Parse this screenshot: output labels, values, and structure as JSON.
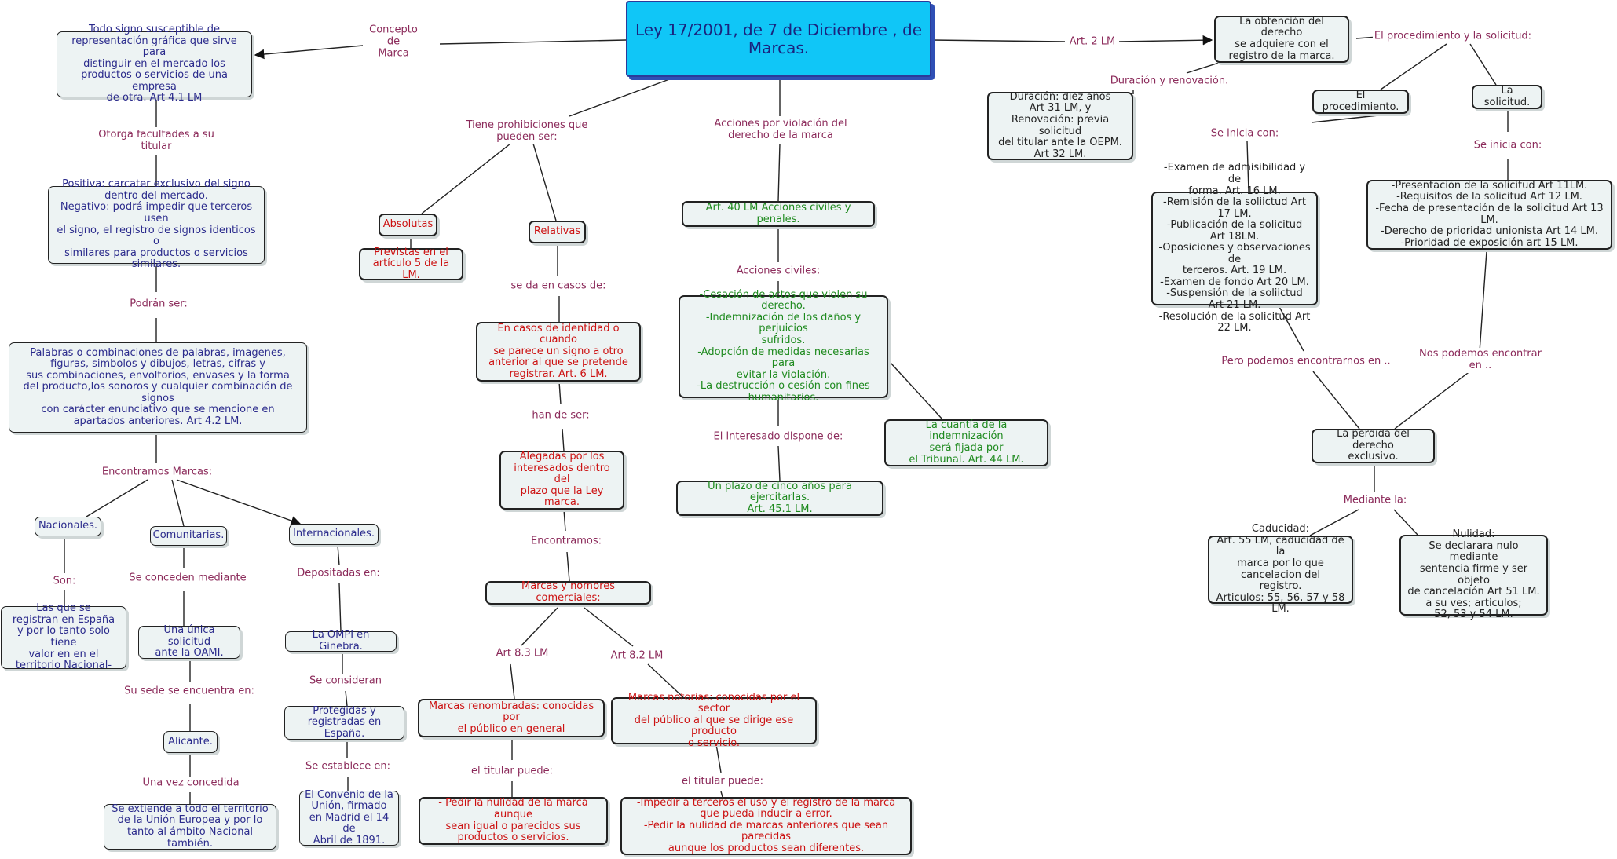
{
  "nodes": {
    "title": "Ley  17/2001, de 7 de Diciembre , de Marcas.",
    "def": "Todo signo susceptible de\nrepresentación gráfica que sirve para\ndistinguir en el mercado los\nproductos o servicios de una empresa\nde otra. Art 4.1 LM",
    "facultades": "Positiva: carcater exclusivo del signo\ndentro del mercado.\nNegativo: podrá impedir que terceros usen\nel signo, el registro de signos identicos o\nsimilares para productos o servicios\nsimilares.",
    "palabras": "Palabras o combinaciones de palabras, imagenes,\nfiguras, simbolos y dibujos, letras, cifras y\nsus combinaciones, envoltorios, envases y la forma\ndel producto,los sonoros y cualquier combinación de signos\ncon carácter enunciativo que se mencione en\napartados anteriores. Art 4.2 LM.",
    "nacionales": "Nacionales.",
    "comunitarias": "Comunitarias.",
    "internacionales": "Internacionales.",
    "nac_desc": "Las que se\nregistran en España\ny por lo tanto solo tiene\nvalor en en el\nterritorio Nacional-",
    "oami": "Una única solicitud\nante la OAMI.",
    "alicante": "Alicante.",
    "ue": "Se extiende a todo el territorio\nde la Unión Europea y por lo\ntanto al ámbito Nacional también.",
    "ompi": "La OMPI en Ginebra.",
    "protegidas": "Protegidas y\nregistradas en España.",
    "convenio": "El Convenio de la\nUnión, firmado\nen Madrid el 14 de\nAbril de 1891.",
    "absolutas": "Absolutas",
    "prev5": "Previstas en el\nartículo 5 de la LM.",
    "relativas": "Relativas",
    "identidad": "En casos de identidad o cuando\nse parece un signo a otro\nanterior al que se pretende\nregistrar. Art. 6 LM.",
    "alegadas": "Alegadas por los\ninteresados dentro del\nplazo que la Ley\nmarca.",
    "marcas_nombres": "Marcas y nombres comerciales:",
    "renombradas": "Marcas renombradas: conocidas por\nel público en general",
    "notorias": "Marcas notorias: conocidas por el sector\ndel público al que se dirige ese producto\no servicio.",
    "pedir_nulidad": "- Pedir la nulidad de la marca aunque\nsean igual o parecidos sus\nproductos o servicios.",
    "impedir": "-Impedir a terceros el uso y el registro de la marca\nque pueda inducir a error.\n-Pedir la nulidad de marcas anteriores que sean parecidas\naunque los productos sean diferentes.",
    "art40": "Art. 40 LM Acciones civiles y penales.",
    "cesacion": "-Cesación de actos que violen su\nderecho.\n-Indemnización de los daños y perjuicios\nsufridos.\n-Adopción de medidas necesarias para\nevitar la violación.\n-La destrucción o cesión con fines\nhumanitarios.",
    "cuantia": "La cuantía de la indemnización\nserá fijada por\nel Tribunal. Art. 44 LM.",
    "plazo5": "Un plazo de cinco años para ejercitarlas.\nArt. 45.1 LM.",
    "obtencion": "La obtención  del derecho\nse adquiere con el\nregistro de la marca.",
    "duracion": "Duración: diez años\nArt 31 LM, y\nRenovación: previa solicitud\ndel titular ante la OEPM.\nArt 32 LM.",
    "procedimiento": "El procedimiento.",
    "solicitud": "La solicitud.",
    "examen": "-Examen de admisibilidad y de\nforma. Art. 16 LM.\n-Remisión de la soliictud Art 17 LM.\n-Publicación de la solicitud Art 18LM.\n-Oposiciones y observaciones de\nterceros. Art. 19 LM.\n-Examen de fondo Art 20 LM.\n-Suspensión de la soliictud Art 21 LM.\n-Resolución de la solicitud Art 22 LM.",
    "presentacion": "-Presentación de la solicitud Art 11LM.\n-Requisitos de la solicitud Art 12 LM.\n-Fecha de presentación de la solicitud Art 13 LM.\n-Derecho de prioridad unionista Art 14 LM.\n-Prioridad de exposición art 15 LM.",
    "perdida": "La perdida del derecho\nexclusivo.",
    "caducidad": "Caducidad:\nArt. 55 LM, caducidad de la\nmarca por lo que cancelacion del\nregistro.\nArticulos: 55, 56, 57 y 58 LM.",
    "nulidad": "Nulidad:\nSe declarara nulo mediante\nsentencia firme y ser objeto\nde cancelación Art 51 LM.\na su ves; articulos;\n52, 53 y 54 LM."
  },
  "labels": {
    "concepto": "Concepto\nde\nMarca",
    "otorga": "Otorga facultades a su\ntitular",
    "podran": "Podrán ser:",
    "encontramos_marcas": "Encontramos Marcas:",
    "son": "Son:",
    "conceden": "Se conceden mediante",
    "sede": "Su sede se encuentra en:",
    "concedida": "Una vez concedida",
    "depositadas": "Depositadas en:",
    "consideran": "Se consideran",
    "establece": "Se establece en:",
    "prohibiciones": "Tiene prohibiciones que\npueden ser:",
    "casos": "se da en casos de:",
    "han": "han de ser:",
    "encontramos": "Encontramos:",
    "art83": "Art 8.3 LM",
    "art82": "Art 8.2 LM",
    "titular1": "el titular puede:",
    "titular2": "el titular puede:",
    "acciones_violacion": "Acciones por violación del\nderecho de la marca",
    "acciones_civiles": "Acciones civiles:",
    "interesado": "El interesado dispone de:",
    "art2": "Art. 2 LM",
    "duracion_renov": "Duración y renovación.",
    "proc_solicitud": "El procedimiento y la solicitud:",
    "inicia1": "Se inicia con:",
    "inicia2": "Se inicia con:",
    "pero": "Pero podemos encontrarnos en ..",
    "nos": "Nos podemos encontrar en ..",
    "mediante": "Mediante la:"
  }
}
